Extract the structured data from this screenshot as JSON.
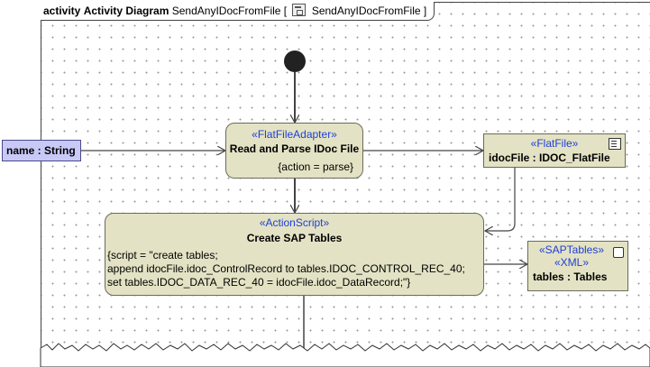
{
  "frame": {
    "keyword": "activity",
    "kind": "Activity Diagram",
    "name": "SendAnyIDocFromFile [",
    "ref": "SendAnyIDocFromFile ]"
  },
  "parameter": {
    "label": "name : String"
  },
  "actions": {
    "read_parse": {
      "stereotype": "«FlatFileAdapter»",
      "title": "Read and Parse IDoc File",
      "tag": "{action = parse}"
    },
    "create_tables": {
      "stereotype": "«ActionScript»",
      "title": "Create SAP Tables",
      "script_lines": [
        "{script = \"create tables;",
        "append idocFile.idoc_ControlRecord to tables.IDOC_CONTROL_REC_40;",
        "set tables.IDOC_DATA_REC_40 = idocFile.idoc_DataRecord;\"}"
      ]
    }
  },
  "objects": {
    "flat_file": {
      "stereotype": "«FlatFile»",
      "label": "idocFile : IDOC_FlatFile"
    },
    "sap_tables": {
      "stereotype1": "«SAPTables»",
      "stereotype2": "«XML»",
      "label": "tables : Tables"
    }
  }
}
